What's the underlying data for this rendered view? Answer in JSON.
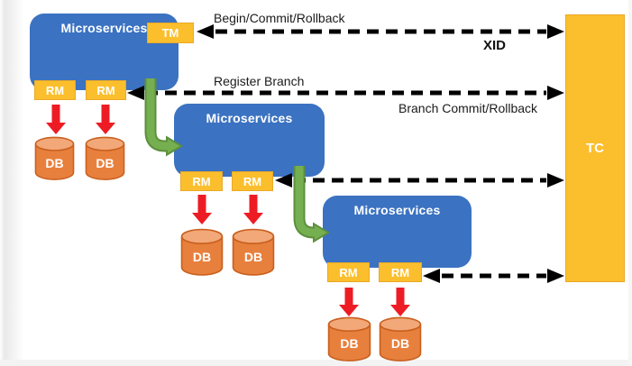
{
  "colors": {
    "blue": "#3B72C1",
    "gold": "#FBBF2E",
    "gold_border": "#EAA827",
    "db_body": "#E8803D",
    "db_top": "#F2A879",
    "db_border": "#C9601F",
    "red": "#ED1C24",
    "green": "#75AF4F",
    "green_dark": "#5D8F3D",
    "arrow_black": "#000000"
  },
  "tc": {
    "label": "TC"
  },
  "groups": [
    {
      "name": "Microservices",
      "tm_label": "TM",
      "rm_labels": [
        "RM",
        "RM"
      ],
      "db_labels": [
        "DB",
        "DB"
      ]
    },
    {
      "name": "Microservices",
      "rm_labels": [
        "RM",
        "RM"
      ],
      "db_labels": [
        "DB",
        "DB"
      ]
    },
    {
      "name": "Microservices",
      "rm_labels": [
        "RM",
        "RM"
      ],
      "db_labels": [
        "DB",
        "DB"
      ]
    }
  ],
  "arrow_labels": {
    "begin_commit_rollback": "Begin/Commit/Rollback",
    "xid": "XID",
    "register_branch": "Register Branch",
    "branch_commit_rollback": "Branch Commit/Rollback"
  }
}
